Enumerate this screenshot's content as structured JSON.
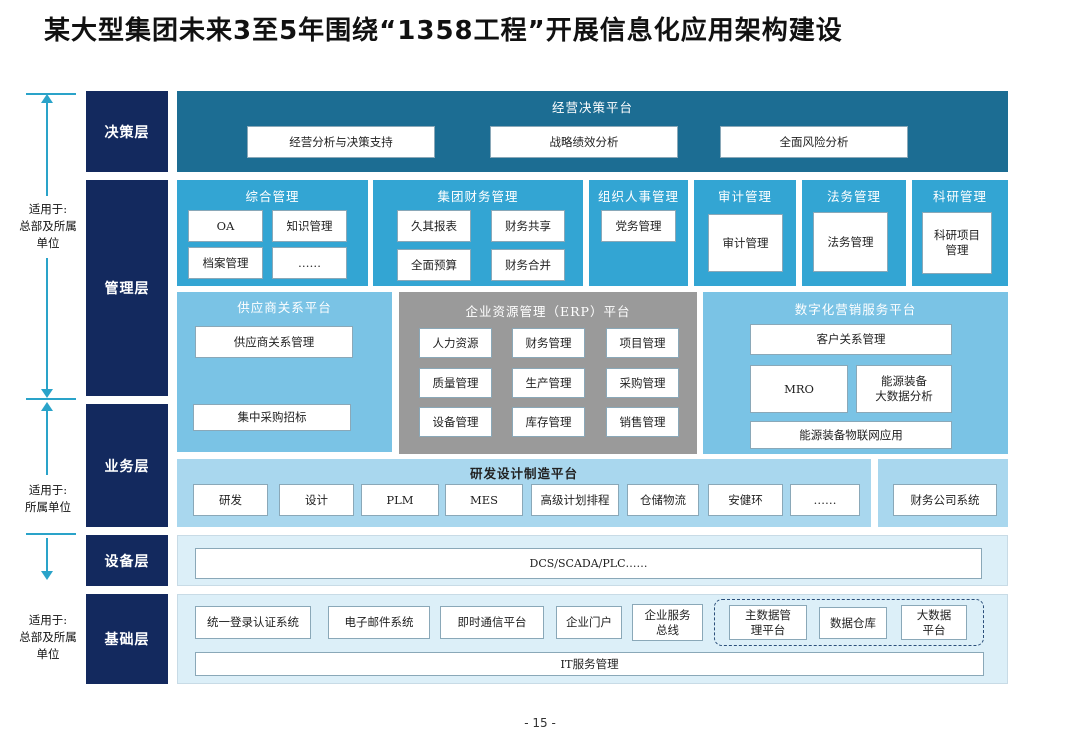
{
  "title": "某大型集团未来3至5年围绕“1358工程”开展信息化应用架构建设",
  "layers": {
    "decision": "决策层",
    "management": "管理层",
    "business": "业务层",
    "device": "设备层",
    "foundation": "基础层"
  },
  "scopes": {
    "top": "适用于:\n总部及所属\n单位",
    "middle": "适用于:\n所属单位",
    "bottom": "适用于:\n总部及所属\n单位"
  },
  "decision_platform": {
    "title": "经营决策平台",
    "items": [
      "经营分析与决策支持",
      "战略绩效分析",
      "全面风险分析"
    ]
  },
  "management": {
    "integrated": {
      "title": "综合管理",
      "items": [
        "OA",
        "知识管理",
        "档案管理",
        "……"
      ]
    },
    "finance": {
      "title": "集团财务管理",
      "items": [
        "久其报表",
        "财务共享",
        "全面预算",
        "财务合并"
      ]
    },
    "hr": {
      "title": "组织人事管理",
      "items": [
        "党务管理"
      ]
    },
    "audit": {
      "title": "审计管理",
      "items": [
        "审计管理"
      ]
    },
    "legal": {
      "title": "法务管理",
      "items": [
        "法务管理"
      ]
    },
    "research": {
      "title": "科研管理",
      "items": [
        "科研项目\n管理"
      ]
    }
  },
  "supplier": {
    "title": "供应商关系平台",
    "items": [
      "供应商关系管理",
      "集中采购招标"
    ]
  },
  "erp": {
    "title": "企业资源管理（ERP）平台",
    "items": [
      "人力资源",
      "财务管理",
      "项目管理",
      "质量管理",
      "生产管理",
      "采购管理",
      "设备管理",
      "库存管理",
      "销售管理"
    ]
  },
  "marketing": {
    "title": "数字化营销服务平台",
    "items": [
      "客户关系管理",
      "MRO",
      "能源装备\n大数据分析",
      "能源装备物联网应用"
    ]
  },
  "rd": {
    "title": "研发设计制造平台",
    "items": [
      "研发",
      "设计",
      "PLM",
      "MES",
      "高级计划排程",
      "仓储物流",
      "安健环",
      "……"
    ]
  },
  "finance_company": "财务公司系统",
  "device_row": "DCS/SCADA/PLC……",
  "foundation": {
    "items": [
      "统一登录认证系统",
      "电子邮件系统",
      "即时通信平台",
      "企业门户",
      "企业服务\n总线"
    ],
    "data_items": [
      "主数据管\n理平台",
      "数据仓库",
      "大数据\n平台"
    ],
    "it_service": "IT服务管理"
  },
  "page_number": "- 15 -"
}
